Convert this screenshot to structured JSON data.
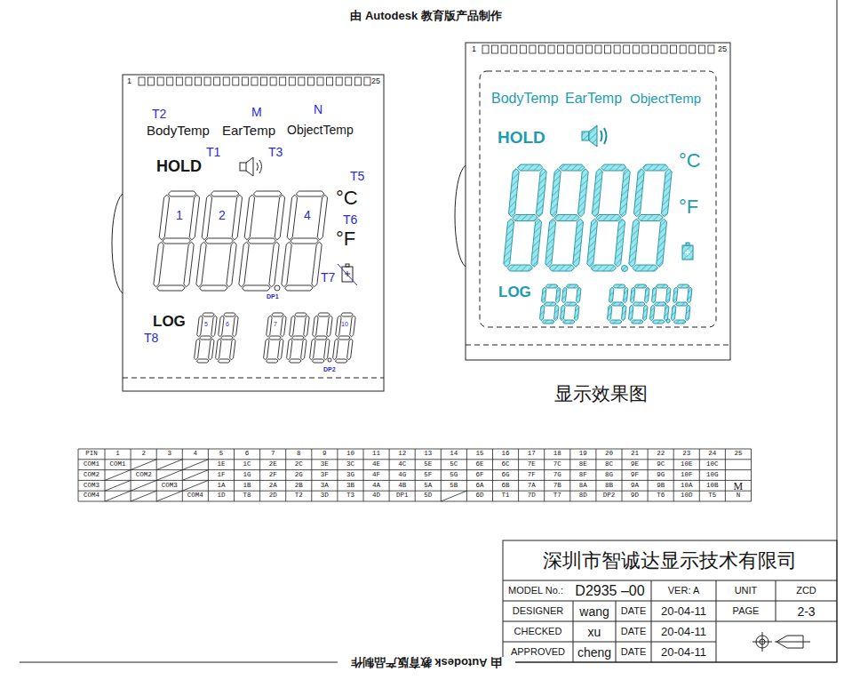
{
  "diagram": {
    "labels": [
      "由 Autodesk 教育版产品制作",
      "1",
      "25",
      "T2",
      "M",
      "N",
      "BodyTemp",
      "EarTemp",
      "ObjectTemp",
      "HOLD",
      "T1",
      "T3",
      "T5",
      "°C",
      "T6",
      "°F",
      "1",
      "2",
      "4",
      "DP1",
      "T7",
      "LOG",
      "T8",
      "5",
      "6",
      "7",
      "10",
      "DP2",
      "1",
      "25",
      "BodyTemp",
      "EarTemp",
      "ObjectTemp",
      "HOLD",
      "°C",
      "°F",
      "LOG",
      "显示效果图",
      "PIN",
      "1",
      "2",
      "3",
      "4",
      "5",
      "6",
      "7",
      "8",
      "9",
      "10",
      "11",
      "12",
      "13",
      "14",
      "15",
      "16",
      "17",
      "18",
      "19",
      "20",
      "21",
      "22",
      "23",
      "24",
      "25",
      "COM1",
      "COM1",
      "1E",
      "1C",
      "2E",
      "2C",
      "3E",
      "3C",
      "4E",
      "4C",
      "5E",
      "5C",
      "6E",
      "6C",
      "7E",
      "7C",
      "8E",
      "8C",
      "9E",
      "9C",
      "10E",
      "10C",
      "COM2",
      "COM2",
      "1F",
      "1G",
      "2F",
      "2G",
      "3F",
      "3G",
      "4F",
      "4G",
      "5F",
      "5G",
      "6F",
      "6G",
      "7F",
      "7G",
      "8F",
      "8G",
      "9F",
      "9G",
      "10F",
      "10G",
      "COM3",
      "COM3",
      "1A",
      "1B",
      "2A",
      "2B",
      "3A",
      "3B",
      "4A",
      "4B",
      "5A",
      "5B",
      "6A",
      "6B",
      "7A",
      "7B",
      "8A",
      "8B",
      "9A",
      "9B",
      "10A",
      "10B",
      "M",
      "COM4",
      "COM4",
      "1D",
      "T8",
      "2D",
      "T2",
      "3D",
      "T3",
      "4D",
      "DP1",
      "5D",
      "6D",
      "T1",
      "7D",
      "T7",
      "8D",
      "DP2",
      "9D",
      "T6",
      "10D",
      "T5",
      "N",
      "深圳市智诚达显示技术有限司",
      "MODEL No.:",
      "D2935 –00",
      "VER: A",
      "UNIT",
      "ZCD",
      "DESIGNER",
      "wang",
      "DATE",
      "20-04-11",
      "PAGE",
      "2-3",
      "CHECKED",
      "xu",
      "DATE",
      "20-04-11",
      "APPROVED",
      "cheng",
      "DATE",
      "20-04-11",
      "由 Autodesk 教育版产品制作"
    ]
  }
}
